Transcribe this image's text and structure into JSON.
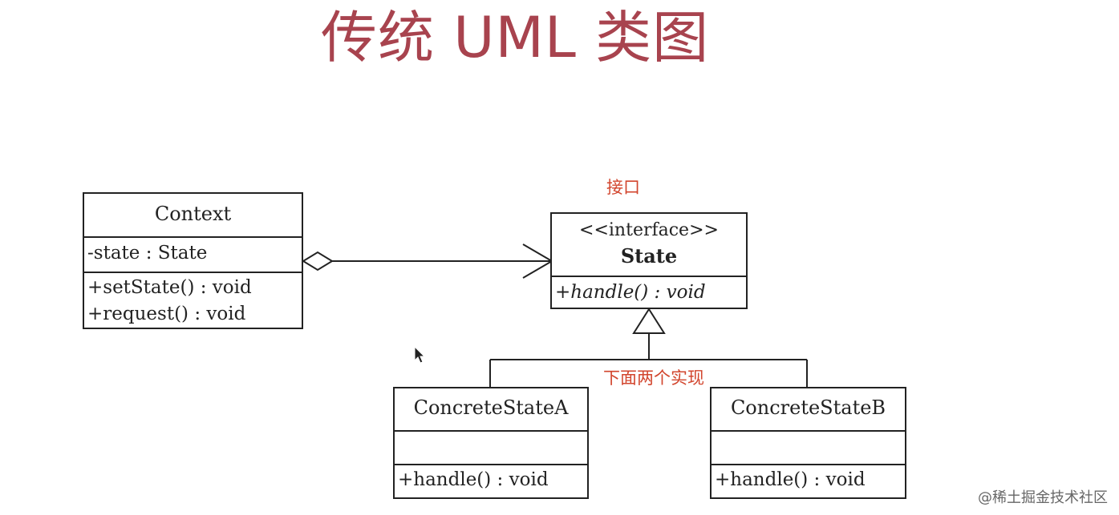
{
  "title": "传统 UML 类图",
  "notes": {
    "interface_note": "接口",
    "impl_note": "下面两个实现"
  },
  "classes": {
    "context": {
      "name": "Context",
      "attributes": [
        "-state : State"
      ],
      "operations": [
        "+setState() : void",
        "+request() : void"
      ]
    },
    "state": {
      "stereotype": "<<interface>>",
      "name": "State",
      "operations": [
        "+handle() : void"
      ]
    },
    "concrete_a": {
      "name": "ConcreteStateA",
      "attributes": [],
      "operations": [
        "+handle() : void"
      ]
    },
    "concrete_b": {
      "name": "ConcreteStateB",
      "attributes": [],
      "operations": [
        "+handle() : void"
      ]
    }
  },
  "watermark": "@稀土掘金技术社区"
}
